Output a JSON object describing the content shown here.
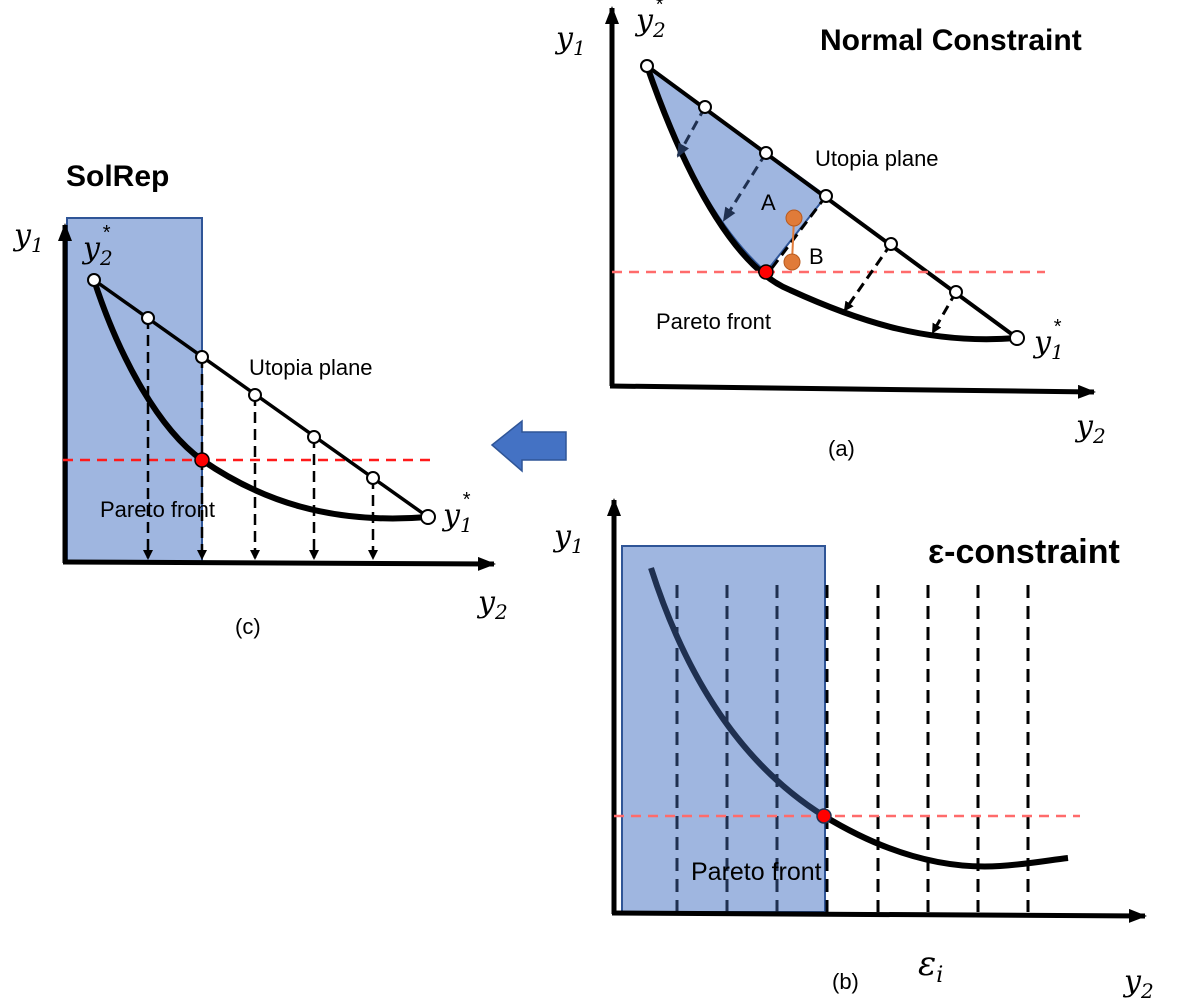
{
  "panel_a": {
    "title": "Normal Constraint",
    "caption": "(a)",
    "y1_axis": "y",
    "y1_axis_sub": "1",
    "y2_axis": "y",
    "y2_axis_sub": "2",
    "anchor_top": "y",
    "anchor_top_sub": "2",
    "anchor_top_sup": "*",
    "anchor_right": "y",
    "anchor_right_sub": "1",
    "anchor_right_sup": "*",
    "utopia_label": "Utopia plane",
    "pareto_label": "Pareto front",
    "point_a": "A",
    "point_b": "B"
  },
  "panel_b": {
    "title": "ε-constraint",
    "caption": "(b)",
    "y1_axis": "y",
    "y1_axis_sub": "1",
    "y2_axis": "y",
    "y2_axis_sub": "2",
    "epsilon_label": "ε",
    "epsilon_sub": "i",
    "pareto_label": "Pareto front"
  },
  "panel_c": {
    "title": "SolRep",
    "caption": "(c)",
    "y1_axis": "y",
    "y1_axis_sub": "1",
    "y2_axis": "y",
    "y2_axis_sub": "2",
    "anchor_top": "y",
    "anchor_top_sub": "2",
    "anchor_top_sup": "*",
    "anchor_right": "y",
    "anchor_right_sub": "1",
    "anchor_right_sup": "*",
    "utopia_label": "Utopia plane",
    "pareto_label": "Pareto front"
  },
  "colors": {
    "feasible_fill": "#9fb6e0",
    "feasible_stroke": "#2f4f8f",
    "constraint_line": "#ff6b6b",
    "solution_point": "#ff0000",
    "orange_points": "#e07b39",
    "arrow_fill": "#4472c4"
  }
}
